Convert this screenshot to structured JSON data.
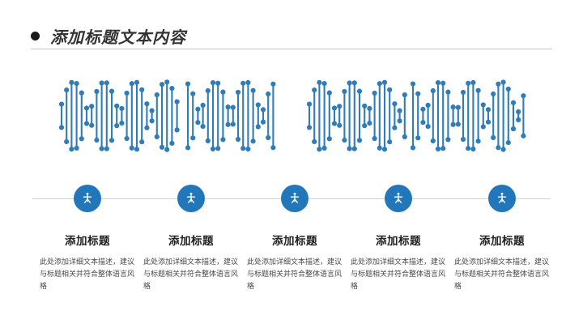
{
  "header": {
    "title": "添加标题文本内容",
    "bullet_icon": "circle-bullet-icon"
  },
  "graphic": {
    "icon_name": "dna-helix-icon",
    "accent_color": "#2277bb",
    "strand_color": "#2f7cb8",
    "helix_count": 4
  },
  "timeline": {
    "node_icon": "person-presenting-icon",
    "node_color": "#2277bb",
    "items": [
      {
        "title": "添加标题",
        "desc": "此处添加详细文本描述，建议与标题相关并符合整体语言风格"
      },
      {
        "title": "添加标题",
        "desc": "此处添加详细文本描述，建议与标题相关并符合整体语言风格"
      },
      {
        "title": "添加标题",
        "desc": "此处添加详细文本描述，建议与标题相关并符合整体语言风格"
      },
      {
        "title": "添加标题",
        "desc": "此处添加详细文本描述，建议与标题相关并符合整体语言风格"
      },
      {
        "title": "添加标题",
        "desc": "此处添加详细文本描述，建议与标题相关并符合整体语言风格"
      }
    ]
  }
}
